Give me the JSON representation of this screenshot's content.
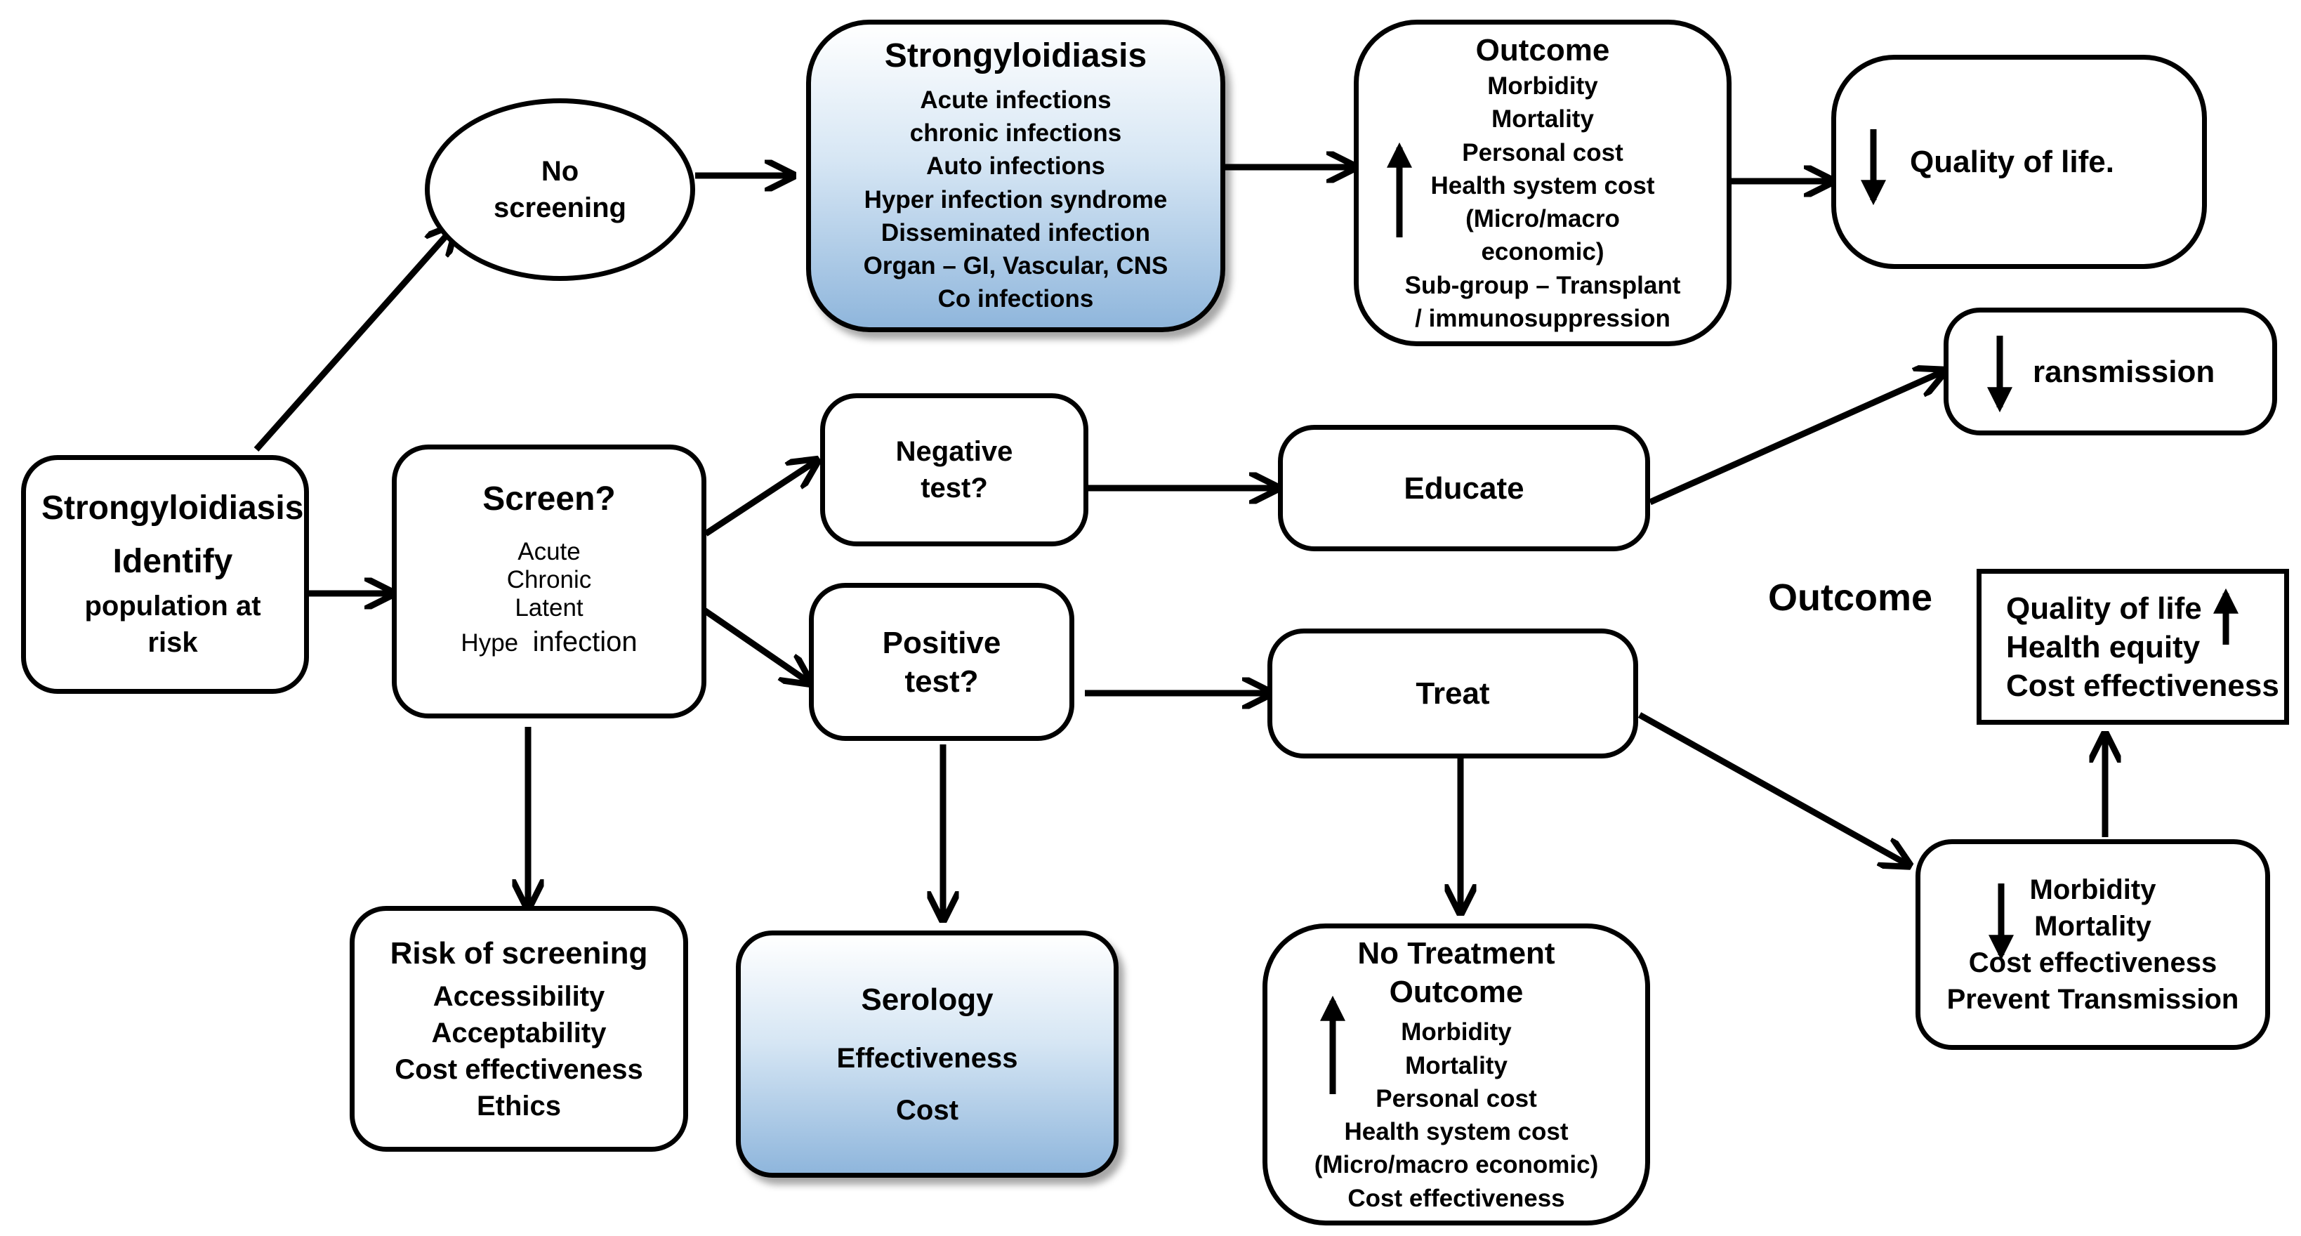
{
  "start": {
    "title": "Strongyloidiasis",
    "identify": "Identify",
    "population": "population at risk"
  },
  "no_screening": {
    "label": "No screening"
  },
  "strongy_top": {
    "title": "Strongyloidiasis",
    "items": [
      "Acute infections",
      "chronic infections",
      "Auto infections",
      "Hyper infection syndrome",
      "Disseminated  infection",
      "Organ – GI, Vascular, CNS",
      "Co infections"
    ]
  },
  "outcome_top": {
    "title": "Outcome",
    "items": [
      "Morbidity",
      "Mortality",
      "Personal cost",
      "Health system cost",
      "(Micro/macro",
      "economic)",
      "Sub-group – Transplant",
      "/ immunosuppression"
    ]
  },
  "quality_top": {
    "label": "Quality of life."
  },
  "transmission": {
    "label": "ransmission"
  },
  "screen": {
    "title": "Screen?",
    "items": [
      "Acute",
      "Chronic",
      "Latent",
      "Hype",
      "infection"
    ]
  },
  "negative": {
    "label": "Negative test?"
  },
  "educate": {
    "label": "Educate"
  },
  "positive": {
    "label": "Positive test?"
  },
  "treat": {
    "label": "Treat"
  },
  "outcome_label": "Outcome",
  "outcome_right": {
    "items": [
      "Quality of life",
      "Health equity",
      "Cost effectiveness"
    ]
  },
  "risk": {
    "title": "Risk of screening",
    "items": [
      "Accessibility",
      "Acceptability",
      "Cost effectiveness",
      "Ethics"
    ]
  },
  "serology": {
    "title": "Serology",
    "items": [
      "Effectiveness",
      "Cost"
    ]
  },
  "no_treatment": {
    "title": "No Treatment Outcome",
    "items": [
      "Morbidity",
      "Mortality",
      "Personal cost",
      "Health system cost",
      "(Micro/macro economic)",
      "Cost effectiveness"
    ]
  },
  "morbidity_box": {
    "items": [
      "Morbidity",
      "Mortality",
      "Cost effectiveness",
      "Prevent Transmission"
    ]
  }
}
